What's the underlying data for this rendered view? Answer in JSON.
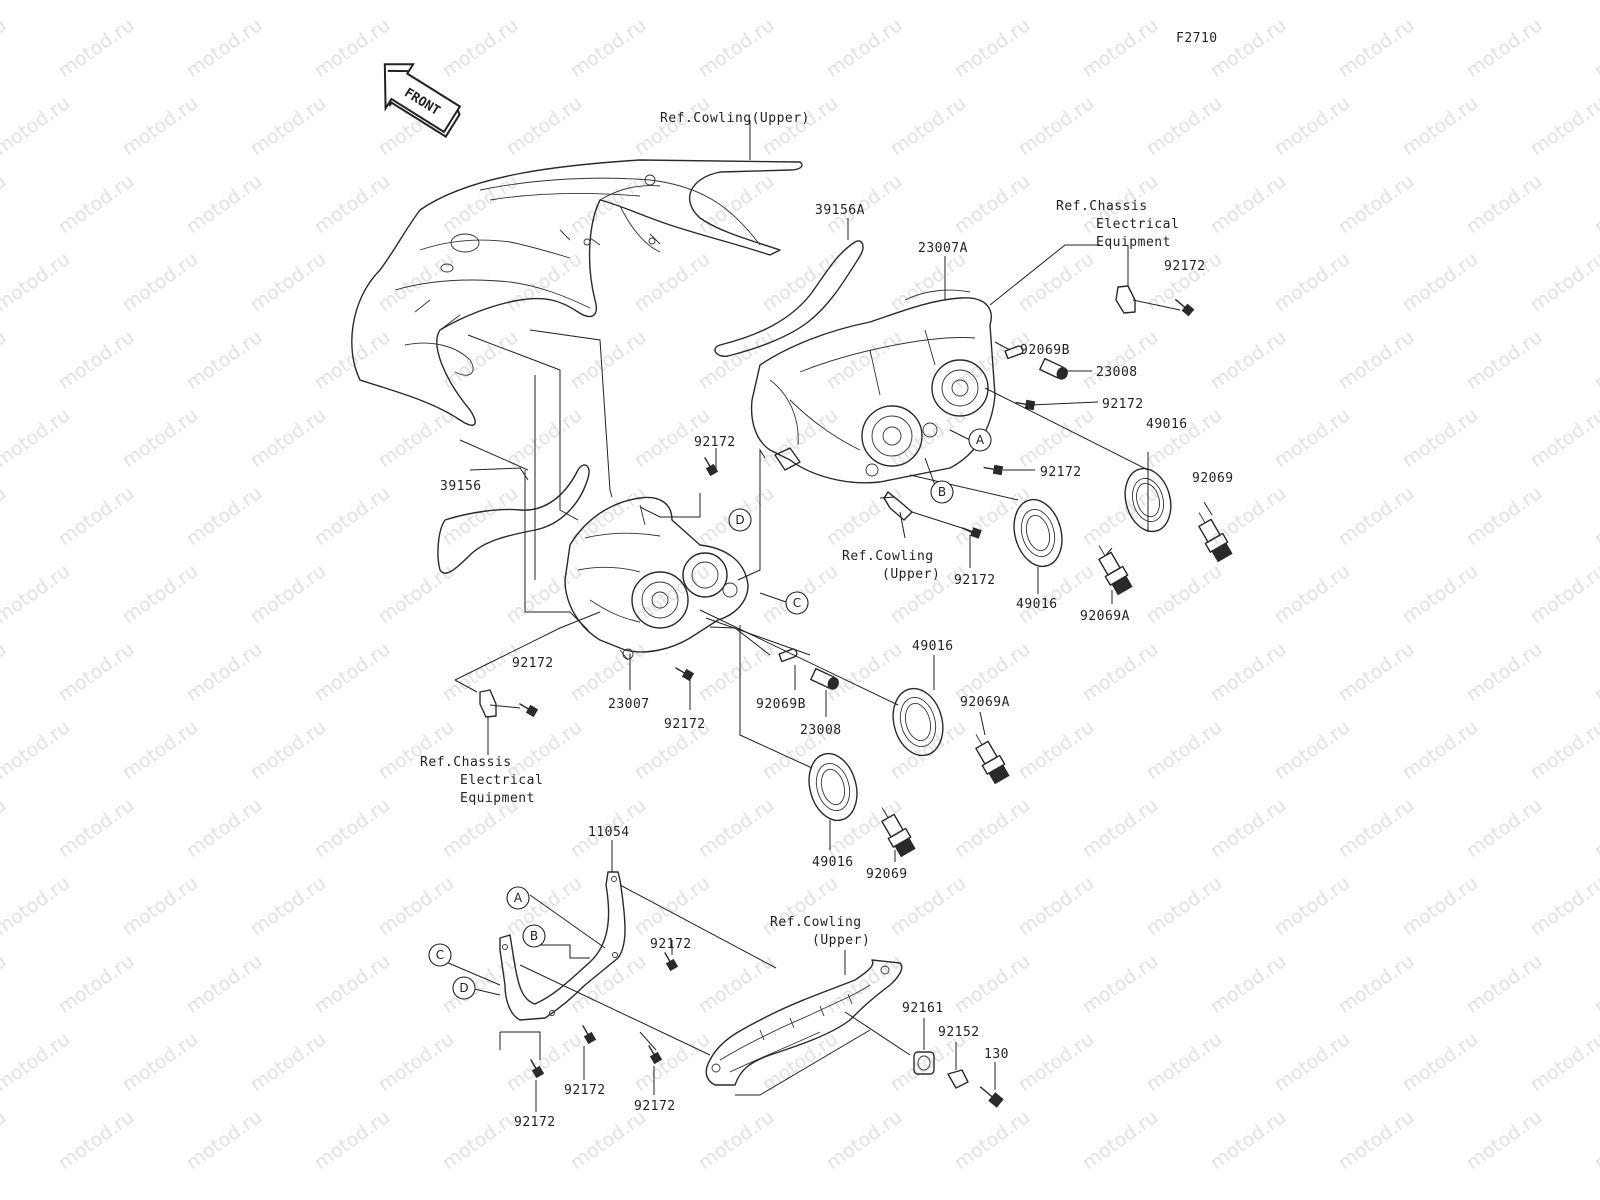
{
  "figure_code": "F2710",
  "watermark": "motod.ru",
  "front_arrow_label": "FRONT",
  "refs": {
    "cowling_upper_top": "Ref.Cowling(Upper)",
    "cowling_upper_mid_1": "Ref.Cowling",
    "cowling_upper_mid_2": "(Upper)",
    "cowling_upper_bot_1": "Ref.Cowling",
    "cowling_upper_bot_2": "(Upper)",
    "chassis_right_1": "Ref.Chassis",
    "chassis_right_2": "Electrical",
    "chassis_right_3": "Equipment",
    "chassis_left_1": "Ref.Chassis",
    "chassis_left_2": "Electrical",
    "chassis_left_3": "Equipment"
  },
  "parts": {
    "p39156A": "39156A",
    "p23007A": "23007A",
    "p92172_tr": "92172",
    "p92069B_r": "92069B",
    "p23008_r": "23008",
    "p92172_r2": "92172",
    "p49016_r1": "49016",
    "p92069_r": "92069",
    "p92172_r3": "92172",
    "p92172_c1": "92172",
    "p39156": "39156",
    "p92172_r4": "92172",
    "p49016_r2": "49016",
    "p92069A_r": "92069A",
    "p49016_m": "49016",
    "p92069A_m": "92069A",
    "p92172_l": "92172",
    "p23007": "23007",
    "p92172_l2": "92172",
    "p92069B_m": "92069B",
    "p23008_m": "23008",
    "p49016_b": "49016",
    "p92069_b": "92069",
    "p11054": "11054",
    "p92172_s1": "92172",
    "p92161": "92161",
    "p92152": "92152",
    "p130": "130",
    "p92172_s2": "92172",
    "p92172_s3": "92172",
    "p92172_s4": "92172"
  },
  "callouts": {
    "A_right": "A",
    "B_right": "B",
    "C_mid": "C",
    "D_mid": "D",
    "A_left": "A",
    "B_left": "B",
    "C_left": "C",
    "D_left": "D"
  }
}
